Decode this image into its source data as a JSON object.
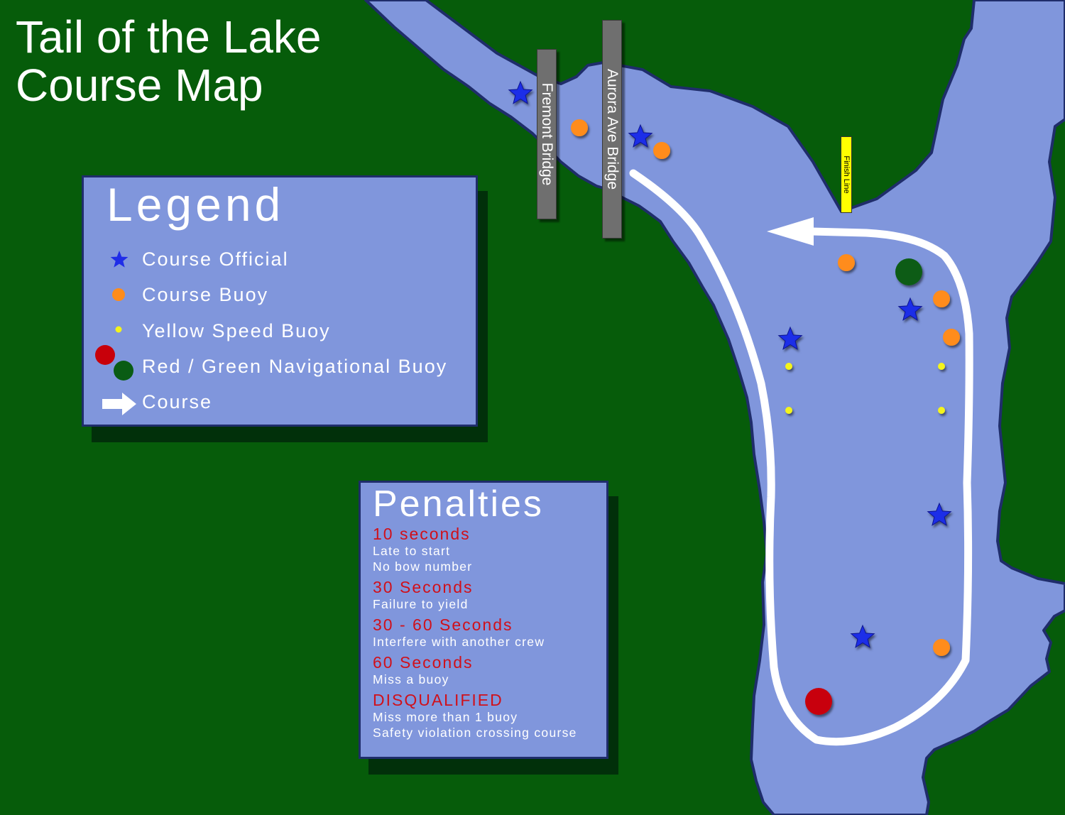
{
  "title": "Tail of the Lake\nCourse Map",
  "colors": {
    "land": "#065c0a",
    "water": "#8096dc",
    "shoreline": "#1f2d6b",
    "course_official": "#1f2de8",
    "course_buoy": "#ff8c1a",
    "speed_buoy": "#f4f41a",
    "red_buoy": "#c8000a",
    "green_buoy": "#0a5c14",
    "penalty_heading": "#d0101a"
  },
  "legend": {
    "heading": "Legend",
    "items": [
      {
        "label": "Course Official",
        "icon": "star-icon"
      },
      {
        "label": "Course Buoy",
        "icon": "orange-circle-icon"
      },
      {
        "label": "Yellow Speed Buoy",
        "icon": "yellow-dot-icon"
      },
      {
        "label": "Red / Green Navigational Buoy",
        "icon": "red-green-buoy-icon"
      },
      {
        "label": "Course",
        "icon": "arrow-icon"
      }
    ]
  },
  "penalties": {
    "heading": "Penalties",
    "groups": [
      {
        "time": "10 seconds",
        "reasons": [
          "Late to start",
          "No bow number"
        ]
      },
      {
        "time": "30 Seconds",
        "reasons": [
          "Failure to yield"
        ]
      },
      {
        "time": "30 - 60 Seconds",
        "reasons": [
          "Interfere with another crew"
        ]
      },
      {
        "time": "60 Seconds",
        "reasons": [
          "Miss a buoy"
        ]
      },
      {
        "time": "DISQUALIFIED",
        "reasons": [
          "Miss more than 1 buoy",
          "Safety violation crossing course"
        ]
      }
    ]
  },
  "landmarks": {
    "fremont_bridge": "Fremont Bridge",
    "aurora_bridge": "Aurora Ave Bridge",
    "finish_line": "Finish Line"
  }
}
